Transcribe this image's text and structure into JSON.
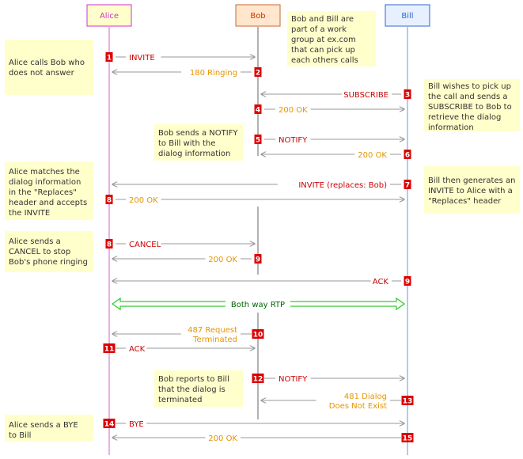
{
  "participants": {
    "alice": {
      "label": "Alice",
      "box_fill": "#ffffcc",
      "box_stroke": "#cc33cc",
      "text_color": "#cc33cc"
    },
    "bob": {
      "label": "Bob",
      "box_fill": "#ffe6cc",
      "box_stroke": "#cc6633",
      "text_color": "#cc3300"
    },
    "bill": {
      "label": "Bill",
      "box_fill": "#e6f0ff",
      "box_stroke": "#3366cc",
      "text_color": "#3366cc"
    }
  },
  "colors": {
    "request": "#cc0000",
    "response": "#e69500",
    "rtp": "#006600",
    "rtp_arrow": "#33cc33",
    "arrow": "#999999",
    "badge": "#dd0000",
    "note_fill": "#ffffcc"
  },
  "messages": [
    {
      "num": "1",
      "text": "INVITE",
      "kind": "request"
    },
    {
      "num": "2",
      "text": "180 Ringing",
      "kind": "response"
    },
    {
      "num": "3",
      "text": "SUBSCRIBE",
      "kind": "request"
    },
    {
      "num": "4",
      "text": "200 OK",
      "kind": "response"
    },
    {
      "num": "5",
      "text": "NOTIFY",
      "kind": "request"
    },
    {
      "num": "6",
      "text": "200 OK",
      "kind": "response"
    },
    {
      "num": "7",
      "text": "INVITE (replaces: Bob)",
      "kind": "request"
    },
    {
      "num": "8",
      "text": "200 OK",
      "kind": "response"
    },
    {
      "num": "8",
      "text": "CANCEL",
      "kind": "request"
    },
    {
      "num": "9",
      "text": "200 OK",
      "kind": "response"
    },
    {
      "num": "9",
      "text": "ACK",
      "kind": "request"
    },
    {
      "num": "",
      "text": "Both way RTP",
      "kind": "rtp"
    },
    {
      "num": "10",
      "text": "487 Request Terminated",
      "kind": "response"
    },
    {
      "num": "11",
      "text": "ACK",
      "kind": "request"
    },
    {
      "num": "12",
      "text": "NOTIFY",
      "kind": "request"
    },
    {
      "num": "13",
      "text": "481 Dialog Does Not Exist",
      "kind": "response"
    },
    {
      "num": "14",
      "text": "BYE",
      "kind": "request"
    },
    {
      "num": "15",
      "text": "200 OK",
      "kind": "response"
    }
  ],
  "notes": [
    {
      "text": "Alice calls Bob who does not answer"
    },
    {
      "text": "Bob and Bill are part of a work group at ex.com that can pick up each others calls"
    },
    {
      "text": "Bill wishes to pick up the call and sends a SUBSCRIBE to Bob to retrieve the dialog information"
    },
    {
      "text": "Bob sends a NOTIFY to Bill with the dialog information"
    },
    {
      "text": "Alice matches the dialog information in the \"Replaces\" header and accepts the INVITE"
    },
    {
      "text": "Bill then generates an INVITE to Alice with a \"Replaces\" header"
    },
    {
      "text": "Alice sends a CANCEL to stop Bob's phone ringing"
    },
    {
      "text": "Bob reports to Bill that the dialog is terminated"
    },
    {
      "text": "Alice sends a BYE to Bill"
    }
  ]
}
